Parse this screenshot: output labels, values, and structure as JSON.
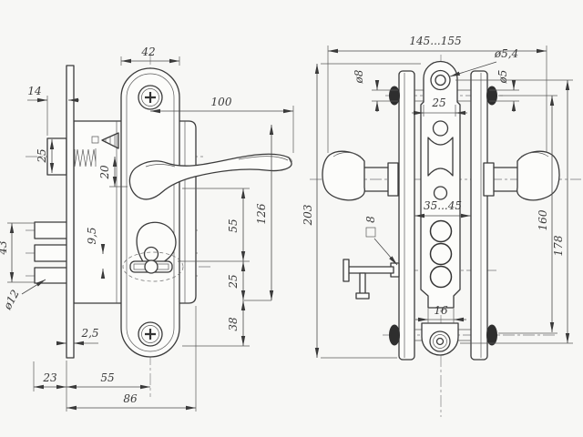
{
  "drawing": {
    "kind": "technical drawing - door mortise lock with lever handles, two views",
    "background": "#f7f7f5",
    "line_color": "#3b3b3b",
    "views": {
      "side": {
        "label": "side view (lock case and escutcheon)",
        "dims": {
          "plate_width": "42",
          "latch_protrusion": "14",
          "latch_height": "25",
          "latch_to_spindle": "20",
          "handle_length": "100",
          "overall_drop": "126",
          "spindle_to_knob": "55",
          "knob_to_screw": "25",
          "screw_to_edge": "38",
          "knob_offset": "9,5",
          "bolt_span": "43",
          "bolt_dia": "ø12",
          "faceplate_thickness": "2,5",
          "edge_to_face": "23",
          "backset": "55",
          "case_depth": "86"
        }
      },
      "front": {
        "label": "front view (assembly through door)",
        "dims": {
          "overall_width": "145...155",
          "top_hole_dia": "ø5,4",
          "post_dia": "ø8",
          "screw_dia": "ø5",
          "plate_width": "25",
          "overall_height": "203",
          "spindle_square": "8",
          "door_thickness": "35...45",
          "tongue_width": "16",
          "screw_spacing": "160",
          "hole_spacing": "178"
        }
      }
    }
  }
}
